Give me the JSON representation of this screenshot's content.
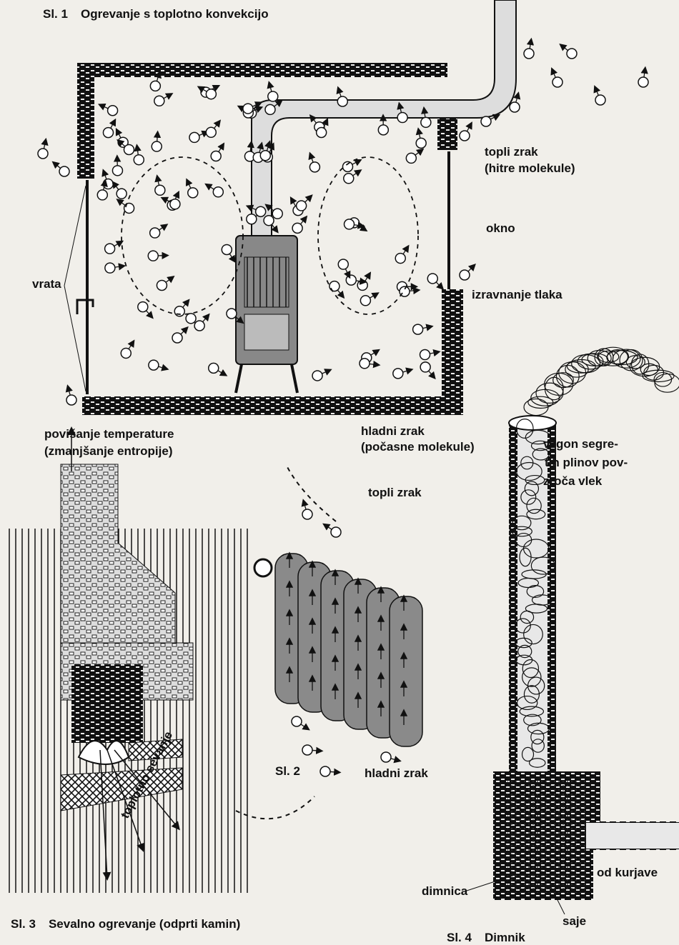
{
  "figure1": {
    "number": "Sl. 1",
    "title": "Ogrevanje s toplotno konvekcijo",
    "labels": {
      "warm_air": "topli zrak",
      "warm_air_note": "(hitre molekule)",
      "window": "okno",
      "door": "vrata",
      "pressure_equalization": "izravnanje tlaka",
      "temperature_rise": "povišanje temperature",
      "temperature_rise_note": "(zmanjšanje entropije)",
      "cold_air": "hladni zrak",
      "cold_air_note": "(počasne molekule)"
    }
  },
  "figure2": {
    "number": "Sl. 2",
    "labels": {
      "warm_air": "topli zrak",
      "cold_air": "hladni zrak"
    }
  },
  "figure3": {
    "number": "Sl. 3",
    "title": "Sevalno ogrevanje (odprti kamin)",
    "labels": {
      "radiation": "toplotno sevanje"
    }
  },
  "figure4": {
    "number": "Sl. 4",
    "title": "Dimnik",
    "labels": {
      "draft_line1": "vzgon segre-",
      "draft_line2": "tih plinov pov-",
      "draft_line3": "zroča vlek",
      "flue": "dimnica",
      "from_furnace": "od kurjave",
      "soot": "saje"
    }
  }
}
